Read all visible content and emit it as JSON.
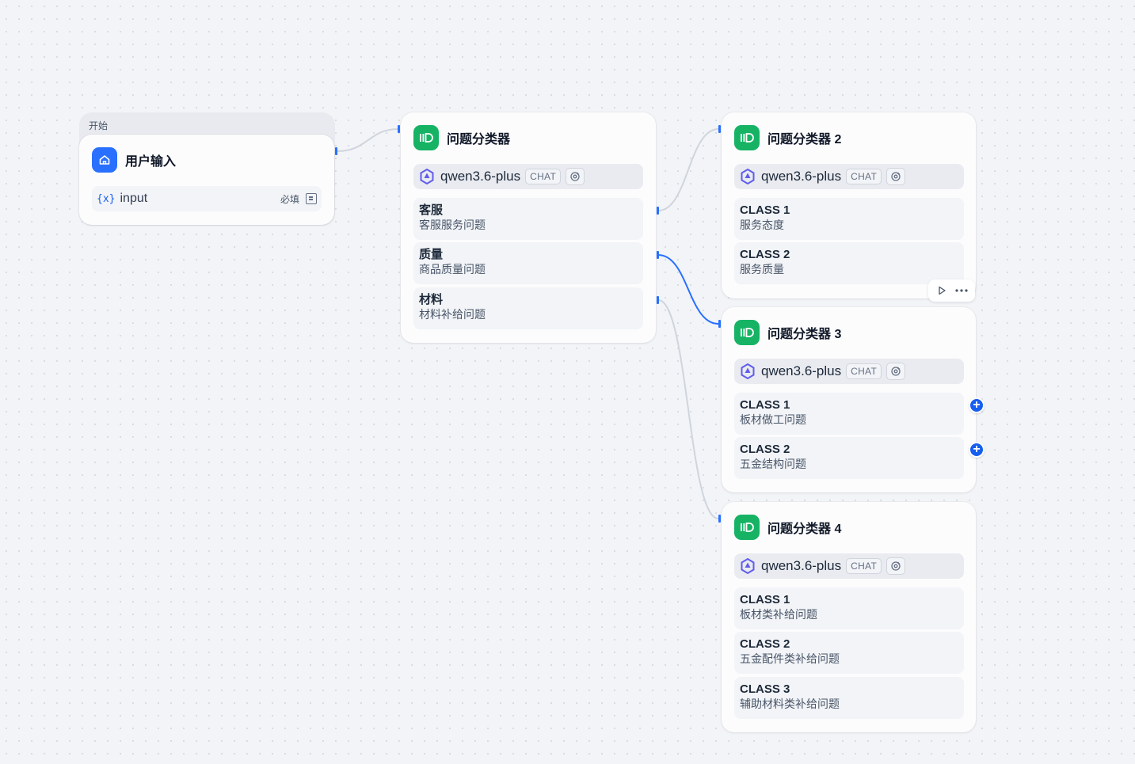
{
  "start": {
    "group_label": "开始",
    "title": "用户输入",
    "variable": {
      "brace": "{x}",
      "name": "input",
      "required_label": "必填"
    }
  },
  "classifiers": [
    {
      "title": "问题分类器",
      "model": "qwen3.6-plus",
      "mode": "CHAT",
      "classes": [
        {
          "name": "客服",
          "desc": "客服服务问题"
        },
        {
          "name": "质量",
          "desc": "商品质量问题"
        },
        {
          "name": "材料",
          "desc": "材料补给问题"
        }
      ]
    },
    {
      "title": "问题分类器 2",
      "model": "qwen3.6-plus",
      "mode": "CHAT",
      "classes": [
        {
          "name": "CLASS 1",
          "desc": "服务态度"
        },
        {
          "name": "CLASS 2",
          "desc": "服务质量"
        }
      ]
    },
    {
      "title": "问题分类器 3",
      "model": "qwen3.6-plus",
      "mode": "CHAT",
      "classes": [
        {
          "name": "CLASS 1",
          "desc": "板材做工问题"
        },
        {
          "name": "CLASS 2",
          "desc": "五金结构问题"
        }
      ]
    },
    {
      "title": "问题分类器 4",
      "model": "qwen3.6-plus",
      "mode": "CHAT",
      "classes": [
        {
          "name": "CLASS 1",
          "desc": "板材类补给问题"
        },
        {
          "name": "CLASS 2",
          "desc": "五金配件类补给问题"
        },
        {
          "name": "CLASS 3",
          "desc": "辅助材料类补给问题"
        }
      ]
    }
  ],
  "icons": {
    "start_node": "home-icon",
    "classifier_node": "classifier-icon",
    "model": "qwen-logo-icon",
    "model_settings": "gear-sparkle-icon",
    "run": "play-icon",
    "more": "more-icon",
    "add": "plus-icon"
  },
  "colors": {
    "accent": "#155eef",
    "classifier_green": "#16b364",
    "start_blue": "#2970ff",
    "edge_default": "#d0d5dd",
    "edge_active": "#2970ff"
  },
  "add_symbol": "+"
}
